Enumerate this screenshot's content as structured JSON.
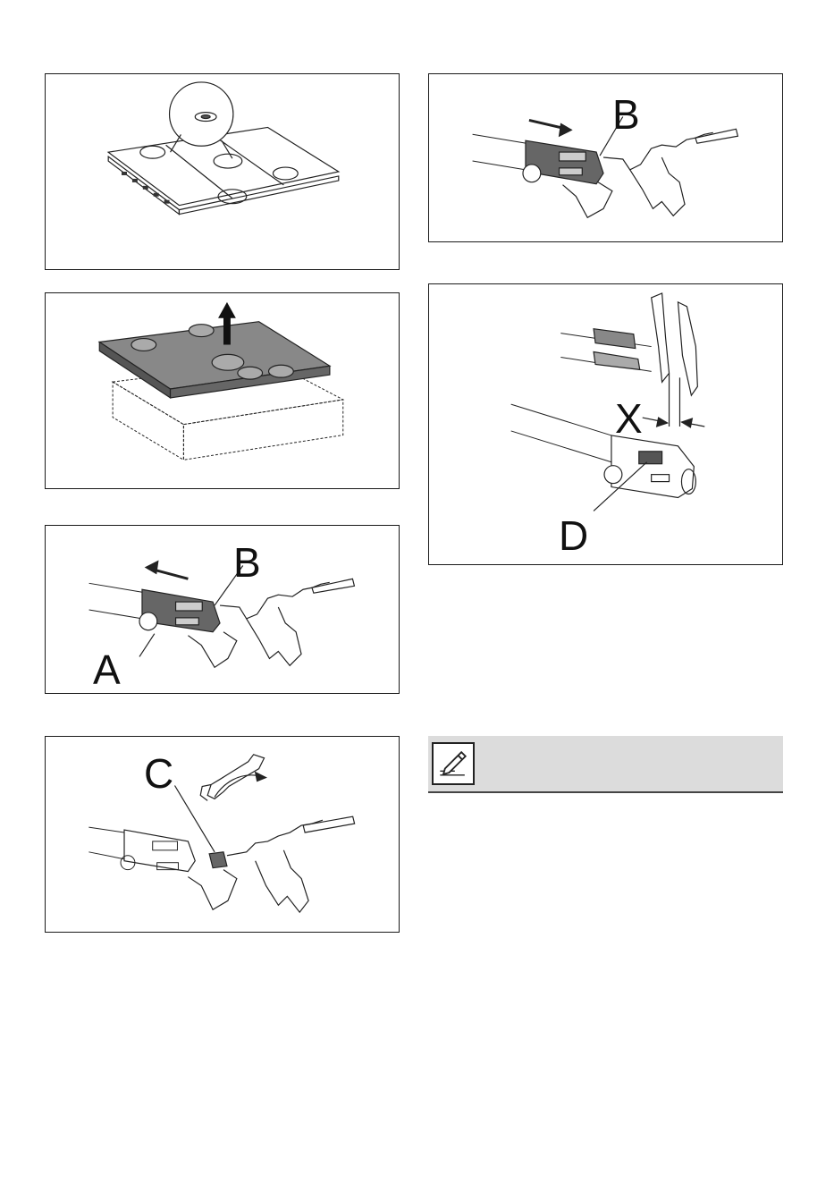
{
  "figures": {
    "hob_top": {
      "callouts": []
    },
    "hob_lift": {
      "callouts": []
    },
    "injector_pull": {
      "callouts": [
        {
          "label": "A"
        },
        {
          "label": "B"
        }
      ]
    },
    "injector_push": {
      "callouts": [
        {
          "label": "B"
        }
      ]
    },
    "wrench": {
      "callouts": [
        {
          "label": "C"
        }
      ]
    },
    "caliper": {
      "callouts": [
        {
          "label": "X"
        },
        {
          "label": "D"
        }
      ]
    }
  },
  "note": {
    "icon": "pencil-note-icon"
  },
  "colors": {
    "frame": "#1a1a1a",
    "part_fill": "#666666",
    "note_band": "#dcdcdc"
  }
}
